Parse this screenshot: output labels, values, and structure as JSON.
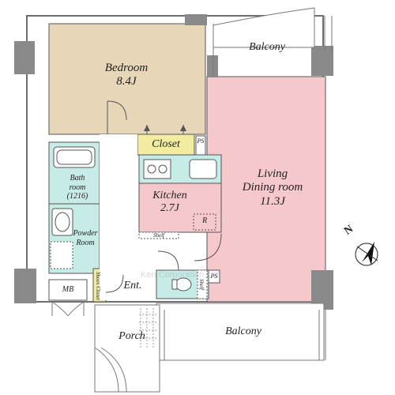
{
  "rooms": {
    "bedroom": {
      "name": "Bedroom",
      "size": "8.4J"
    },
    "living": {
      "name_line1": "Living",
      "name_line2": "Dining room",
      "size": "11.3J"
    },
    "kitchen": {
      "name": "Kitchen",
      "size": "2.7J",
      "fridge": "R"
    },
    "closet": "Closet",
    "ps_top": "PS",
    "ps_bottom": "PS",
    "bath": {
      "line1": "Bath",
      "line2": "room",
      "line3": "(1216)"
    },
    "powder": {
      "line1": "Powder",
      "line2": "Room"
    },
    "shelf_kitchen": "Shelf",
    "shelf_toilet": "Shelf",
    "shoes_closet": "Shoes Closet",
    "entrance": "Ent.",
    "mb": "MB",
    "porch": "Porch",
    "balcony_top": "Balcony",
    "balcony_bottom": "Balcony"
  },
  "compass": {
    "label": "N"
  },
  "watermark": "Ken Corporation Ltd.",
  "colors": {
    "bedroom": "#e8d6b8",
    "living": "#f5c9cc",
    "kitchen": "#f5c9cc",
    "wet_area": "#c7ebe6",
    "closet": "#f2eca0",
    "wall": "#8a8a8a"
  }
}
